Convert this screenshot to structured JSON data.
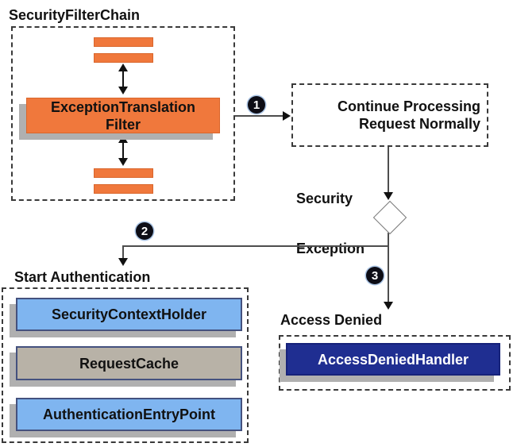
{
  "diagram": {
    "title": "SecurityFilterChain",
    "colors": {
      "orange": "#F0783C",
      "light_blue": "#7FB5F0",
      "tan": "#B8B2A7",
      "navy": "#1F2E91",
      "shadow_gray": "#B0B0B0",
      "line": "#4D4D4D"
    },
    "filter_chain": {
      "filter_box_lines": [
        "ExceptionTranslation",
        "Filter"
      ]
    },
    "steps": {
      "one": "1",
      "two": "2",
      "three": "3"
    },
    "continue_box_lines": [
      "Continue Processing",
      "Request Normally"
    ],
    "security_exception_lines": [
      "Security",
      "Exception"
    ],
    "start_authentication": {
      "heading": "Start Authentication",
      "items": [
        {
          "label": "SecurityContextHolder",
          "color": "#7FB5F0"
        },
        {
          "label": "RequestCache",
          "color": "#B8B2A7"
        },
        {
          "label": "AuthenticationEntryPoint",
          "color": "#7FB5F0"
        }
      ]
    },
    "access_denied": {
      "heading": "Access Denied",
      "handler": {
        "label": "AccessDeniedHandler",
        "color": "#1F2E91"
      }
    }
  }
}
